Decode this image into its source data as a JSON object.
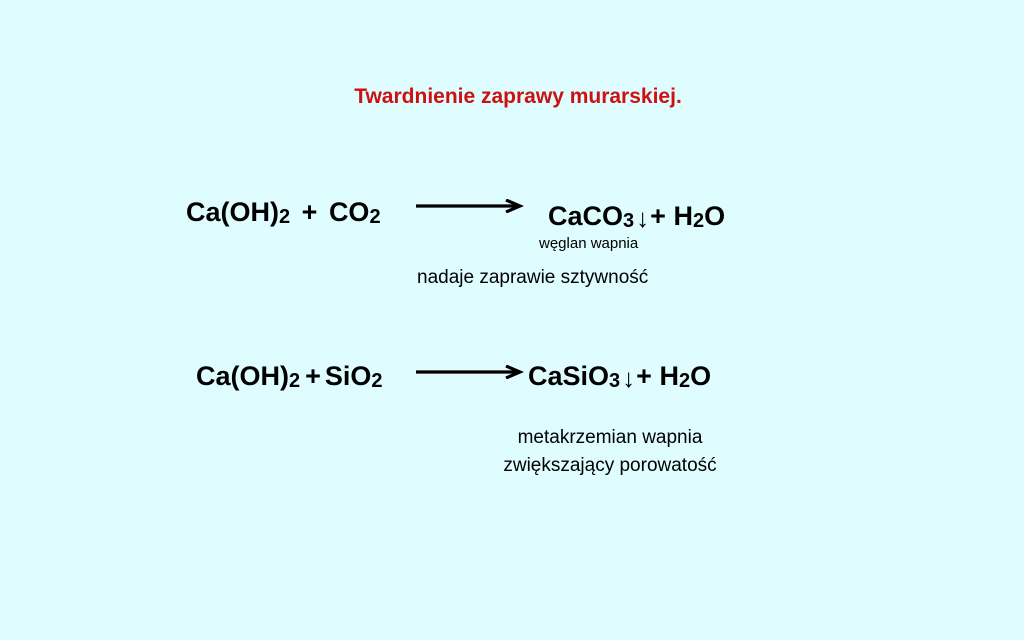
{
  "title": "Twardnienie zaprawy murarskiej.",
  "reaction1": {
    "reactant1": {
      "text": "Ca(OH)",
      "sub": "2"
    },
    "plus1": "+",
    "reactant2": {
      "text": "CO",
      "sub": "2"
    },
    "product1": {
      "text": "CaCO",
      "sub": "3"
    },
    "precipitate": "↓",
    "plus2": "+",
    "product2": {
      "text": "H",
      "sub": "2",
      "tail": "O"
    },
    "product1_label": "węglan wapnia",
    "note": "nadaje zaprawie sztywność"
  },
  "reaction2": {
    "reactant1": {
      "text": "Ca(OH)",
      "sub": "2"
    },
    "plus1": "+",
    "reactant2": {
      "text": "SiO",
      "sub": "2"
    },
    "product1": {
      "text": "CaSiO",
      "sub": "3"
    },
    "precipitate": "↓",
    "plus2": "+",
    "product2": {
      "text": "H",
      "sub": "2",
      "tail": "O"
    },
    "note_line1": "metakrzemian wapnia",
    "note_line2": "zwiększający porowatość"
  },
  "colors": {
    "background": "#dffcff",
    "title": "#cc1111",
    "text": "#000000"
  }
}
